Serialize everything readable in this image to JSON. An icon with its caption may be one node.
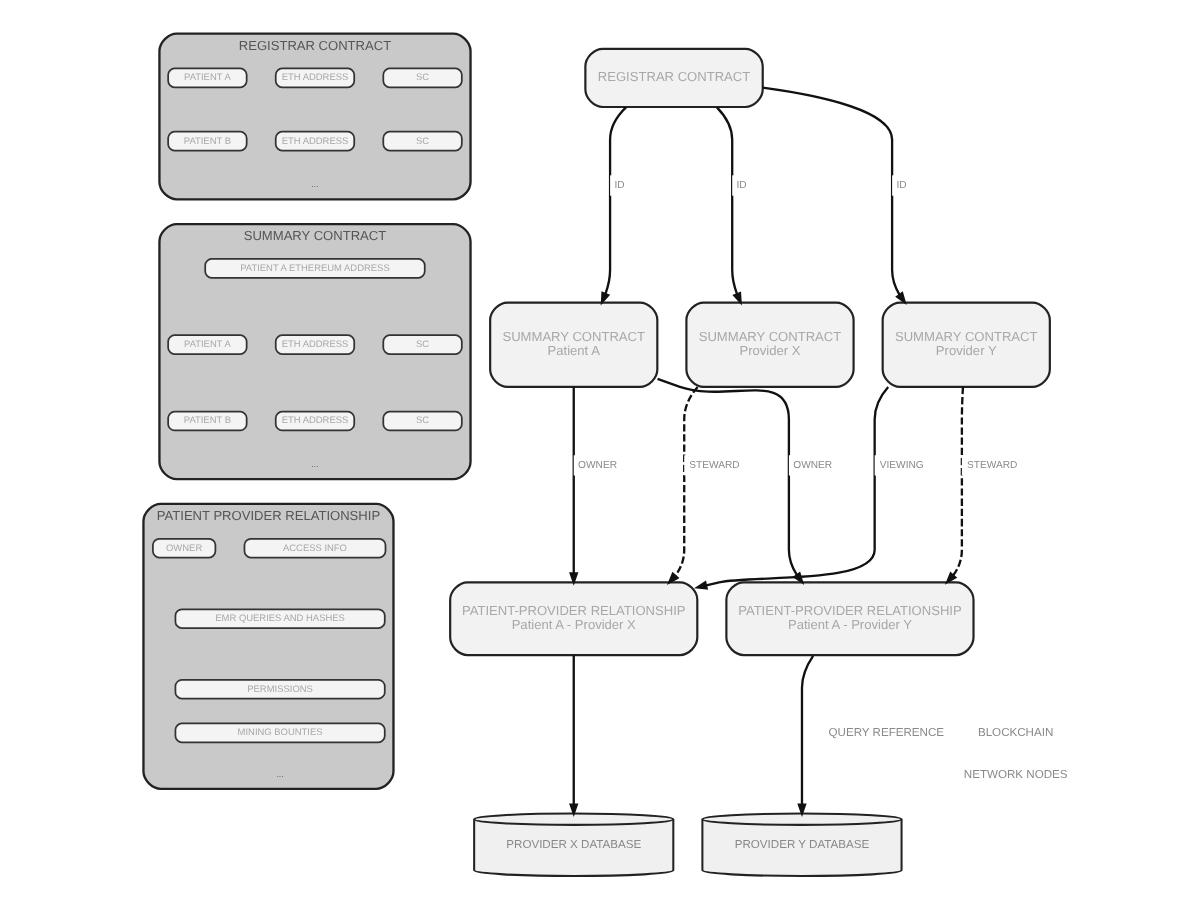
{
  "diagram": {
    "nodes": [
      {
        "text": [
          "REGISTRAR CONTRACT",
          "..."
        ]
      },
      {
        "text": [
          "PATIENT A"
        ],
        "in": 0
      },
      {
        "text": [
          "ETH ADDRESS"
        ],
        "in": 0
      },
      {
        "text": [
          "SC"
        ],
        "in": 0
      },
      {
        "text": [
          "PATIENT B"
        ],
        "in": 0
      },
      {
        "text": [
          "ETH ADDRESS"
        ],
        "in": 0
      },
      {
        "text": [
          "SC"
        ],
        "in": 0
      },
      {
        "text": [
          "SUMMARY CONTRACT",
          "..."
        ]
      },
      {
        "text": [
          "PATIENT A ETHEREUM ADDRESS"
        ],
        "in": 7
      },
      {
        "text": [
          "PATIENT A"
        ],
        "in": 7
      },
      {
        "text": [
          "ETH ADDRESS"
        ],
        "in": 7
      },
      {
        "text": [
          "SC"
        ],
        "in": 7
      },
      {
        "text": [
          "PATIENT B"
        ],
        "in": 7
      },
      {
        "text": [
          "ETH ADDRESS"
        ],
        "in": 7
      },
      {
        "text": [
          "SC"
        ],
        "in": 7
      },
      {
        "text": [
          "PATIENT PROVIDER RELATIONSHIP",
          "..."
        ]
      },
      {
        "text": [
          "OWNER"
        ],
        "in": 15
      },
      {
        "text": [
          "ACCESS INFO"
        ],
        "in": 15
      },
      {
        "text": [
          "EMR QUERIES AND HASHES"
        ],
        "in": 15
      },
      {
        "text": [
          "PERMISSIONS"
        ],
        "in": 15
      },
      {
        "text": [
          "MINING BOUNTIES"
        ],
        "in": 15
      },
      {
        "text": [
          "REGISTRAR CONTRACT"
        ]
      },
      {
        "text": [
          "SUMMARY CONTRACT",
          "Patient A"
        ]
      },
      {
        "text": [
          "SUMMARY CONTRACT",
          "Provider X"
        ]
      },
      {
        "text": [
          "SUMMARY CONTRACT",
          "Provider Y"
        ]
      },
      {
        "text": [
          "PATIENT-PROVIDER RELATIONSHIP",
          "Patient A - Provider X"
        ]
      },
      {
        "text": [
          "PATIENT-PROVIDER RELATIONSHIP",
          "Patient A - Provider Y"
        ]
      },
      {
        "text": [
          "PROVIDER X DATABASE"
        ]
      },
      {
        "text": [
          "PROVIDER Y DATABASE"
        ]
      }
    ],
    "edges": [
      {
        "from": 21,
        "to": 22,
        "arrow": "to",
        "label": "ID"
      },
      {
        "from": 21,
        "to": 23,
        "arrow": "to",
        "label": "ID"
      },
      {
        "from": 21,
        "to": 24,
        "arrow": "to",
        "label": "ID"
      },
      {
        "from": 22,
        "to": 25,
        "arrow": "to",
        "label": "OWNER"
      },
      {
        "from": 22,
        "to": 26,
        "arrow": "to",
        "label": "OWNER"
      },
      {
        "from": 23,
        "to": 25,
        "arrow": "to",
        "label": "STEWARD",
        "style": "dashed"
      },
      {
        "from": 24,
        "to": 25,
        "arrow": "to",
        "label": "VIEWING"
      },
      {
        "from": 24,
        "to": 26,
        "arrow": "to",
        "label": "STEWARD",
        "style": "dashed"
      },
      {
        "from": 25,
        "to": 27,
        "arrow": "to"
      },
      {
        "from": 26,
        "to": 28,
        "arrow": "to"
      }
    ],
    "labels": [
      "QUERY REFERENCE",
      "BLOCKCHAIN",
      "NETWORK NODES"
    ]
  }
}
